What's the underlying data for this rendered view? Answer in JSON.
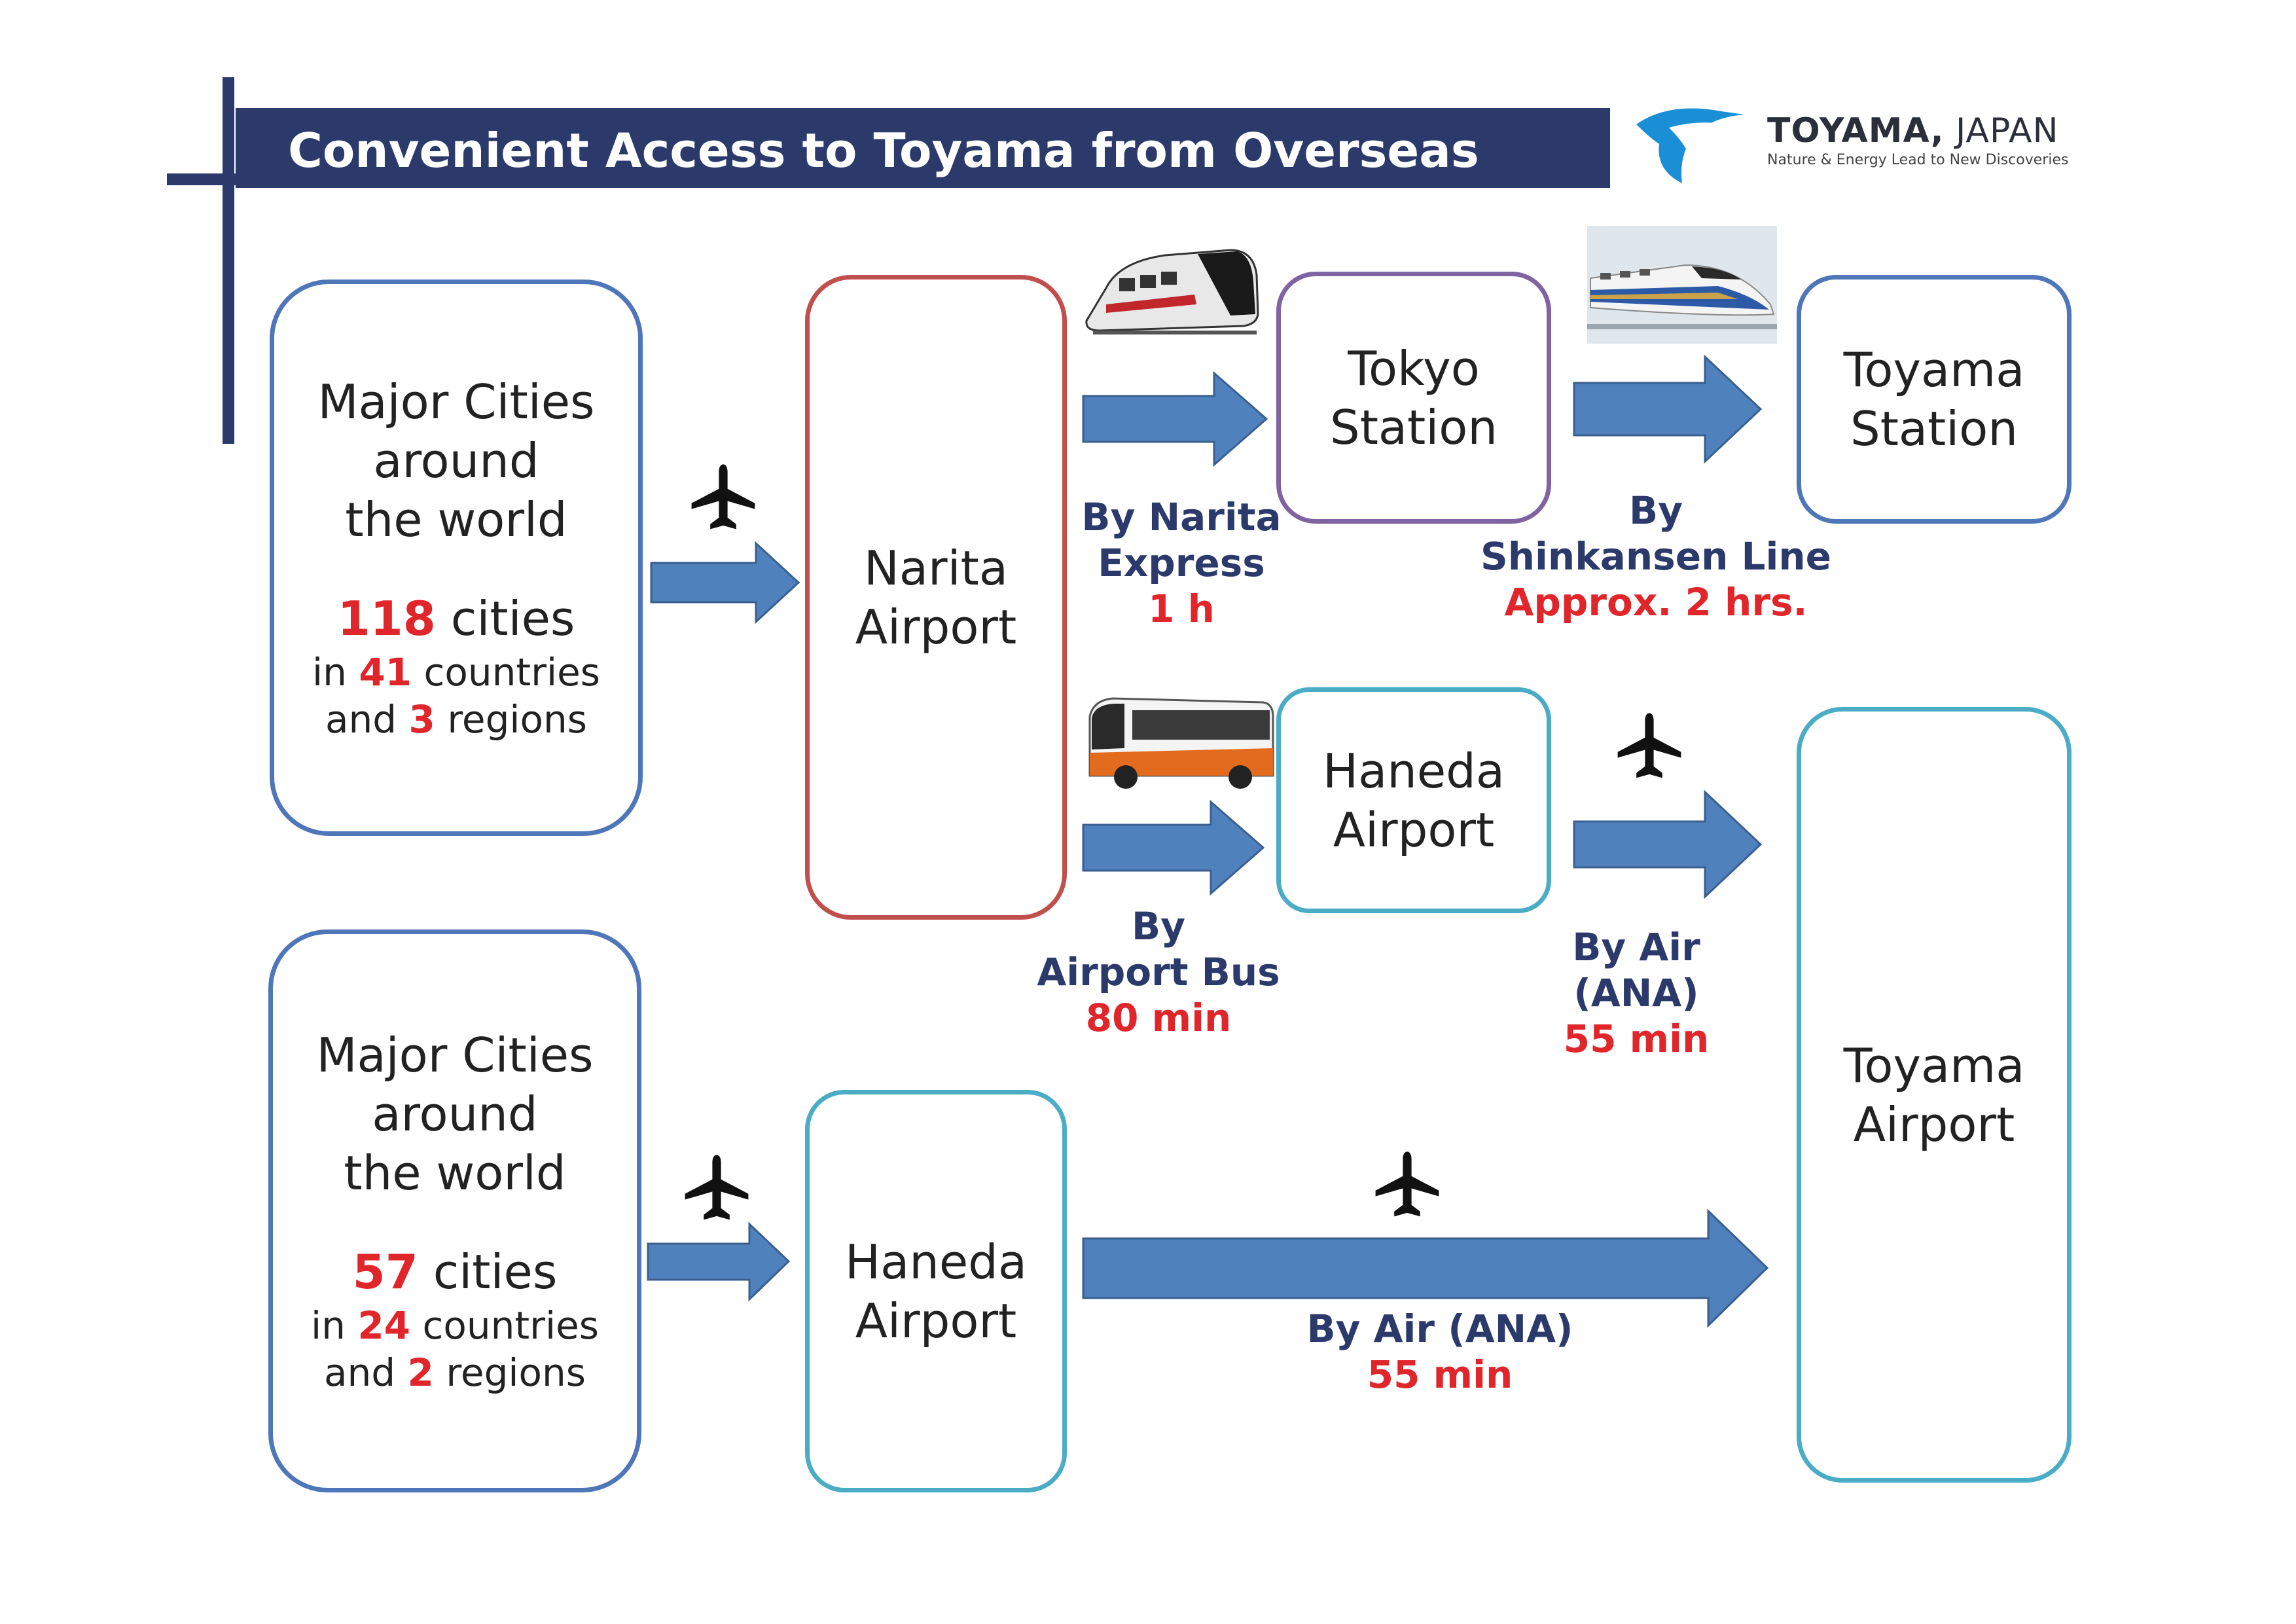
{
  "header": {
    "title": "Convenient Access to Toyama from Overseas",
    "logo_icon": "toyama-logo-icon",
    "logo_name_bold": "TOYAMA,",
    "logo_name_rest": " JAPAN",
    "logo_tagline": "Nature & Energy Lead to New Discoveries"
  },
  "origin_top": {
    "line1": "Major Cities",
    "line2": "around",
    "line3": "the world",
    "cities_num": "118",
    "cities_word": " cities",
    "countries_prefix": "in ",
    "countries_num": "41",
    "countries_word": " countries",
    "regions_prefix": "and ",
    "regions_num": "3",
    "regions_word": " regions"
  },
  "origin_bottom": {
    "line1": "Major Cities",
    "line2": "around",
    "line3": "the world",
    "cities_num": "57",
    "cities_word": " cities",
    "countries_prefix": "in ",
    "countries_num": "24",
    "countries_word": " countries",
    "regions_prefix": "and ",
    "regions_num": "2",
    "regions_word": " regions"
  },
  "nodes": {
    "narita": {
      "line1": "Narita",
      "line2": "Airport"
    },
    "tokyo_station": {
      "line1": "Tokyo",
      "line2": "Station"
    },
    "toyama_station": {
      "line1": "Toyama",
      "line2": "Station"
    },
    "haneda_mid": {
      "line1": "Haneda",
      "line2": "Airport"
    },
    "haneda_bottom": {
      "line1": "Haneda",
      "line2": "Airport"
    },
    "toyama_airport": {
      "line1": "Toyama",
      "line2": "Airport"
    }
  },
  "routes": {
    "narita_express": {
      "line1": "By Narita",
      "line2": "Express",
      "time": "1 h"
    },
    "shinkansen": {
      "line1": "By",
      "line2": "Shinkansen Line",
      "time": "Approx.  2 hrs."
    },
    "airport_bus": {
      "line1": "By",
      "line2": "Airport Bus",
      "time": "80 min"
    },
    "air_mid": {
      "line1": "By Air",
      "line2": "(ANA)",
      "time": "55 min"
    },
    "air_bottom": {
      "line1": "By Air (ANA)",
      "time": "55 min"
    }
  },
  "icons": {
    "train": "narita-express-train-icon",
    "shinkansen": "shinkansen-train-icon",
    "bus": "airport-bus-icon",
    "plane": "airplane-icon"
  },
  "colors": {
    "navy": "#2b3a6b",
    "arrow_blue": "#4f81bd",
    "red": "#e0262a",
    "box_blue": "#4f76b8",
    "box_red": "#c0504d",
    "box_purple": "#8064a2",
    "box_cyan": "#4bacc6"
  }
}
